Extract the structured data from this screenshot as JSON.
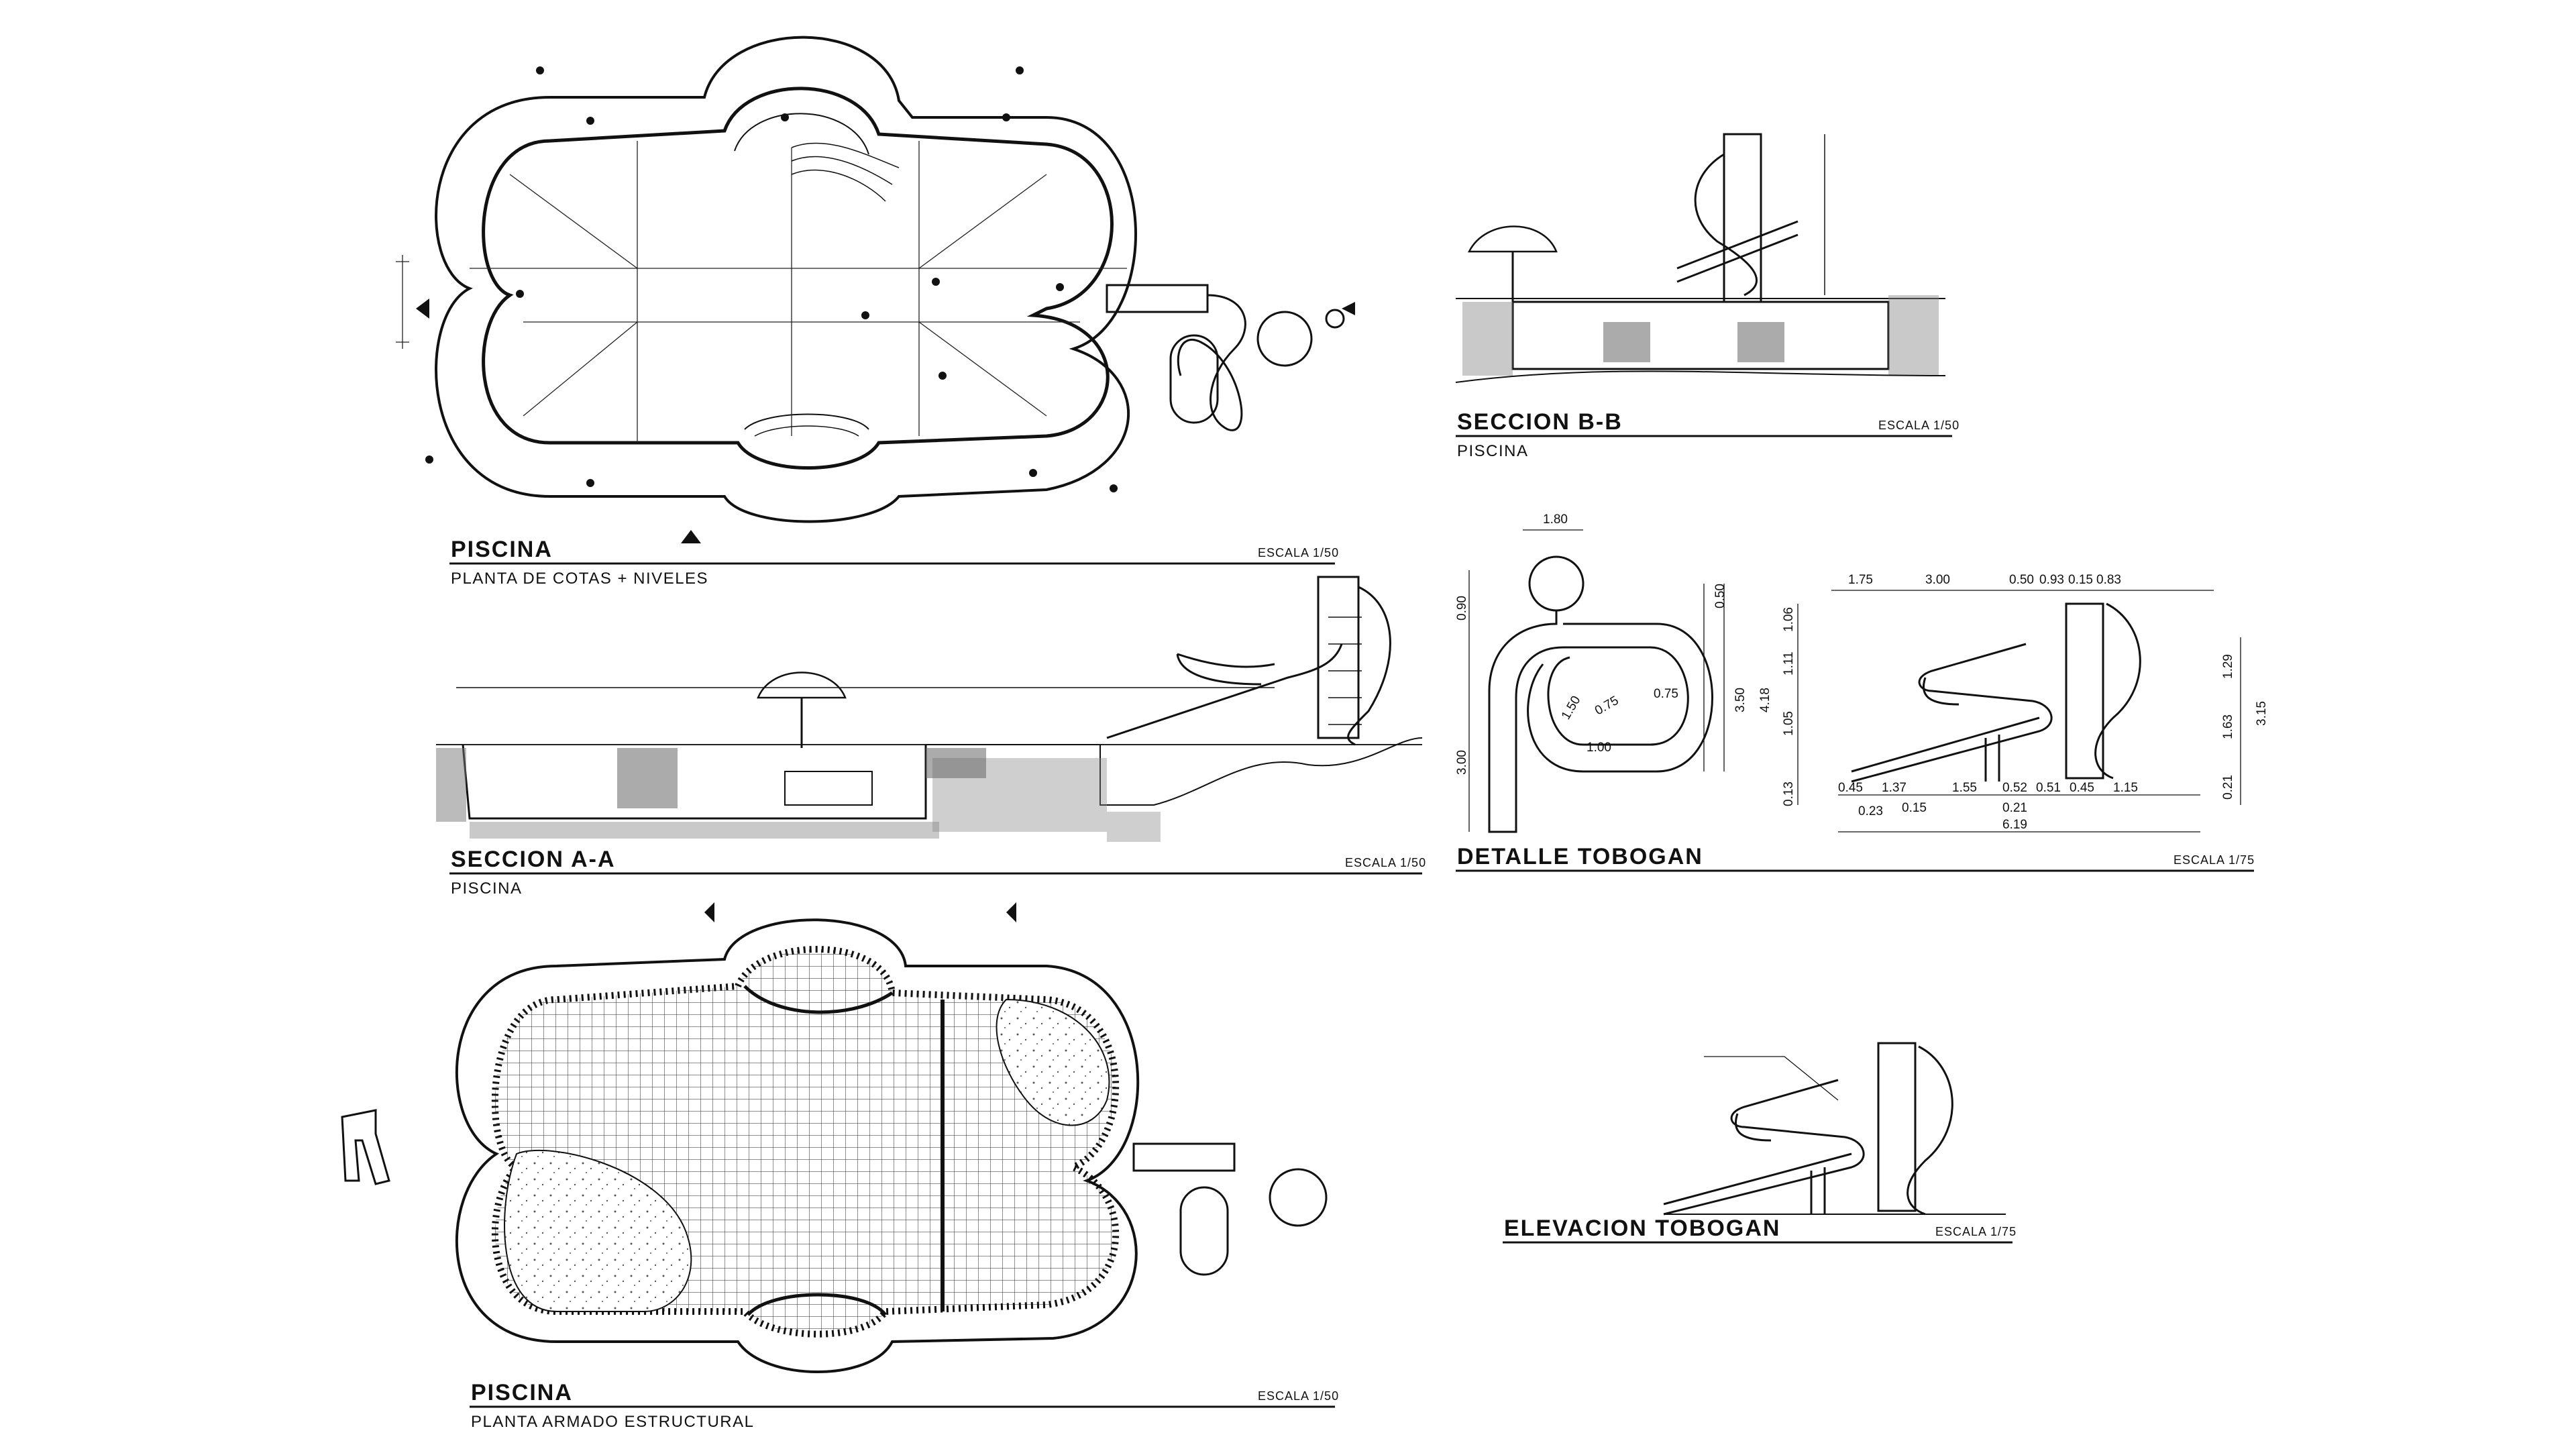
{
  "titles": {
    "plan_niveles": {
      "title": "PISCINA",
      "subtitle": "PLANTA DE COTAS + NIVELES",
      "scale": "ESCALA 1/50"
    },
    "seccion_aa": {
      "title": "SECCION  A-A",
      "subtitle": "PISCINA",
      "scale": "ESCALA 1/50"
    },
    "plan_armado": {
      "title": "PISCINA",
      "subtitle": "PLANTA ARMADO ESTRUCTURAL",
      "scale": "ESCALA 1/50"
    },
    "seccion_bb": {
      "title": "SECCION  B-B",
      "subtitle": "PISCINA",
      "scale": "ESCALA 1/50"
    },
    "detalle_tobogan": {
      "title": "DETALLE  TOBOGAN",
      "scale": "ESCALA 1/75"
    },
    "elevacion_tobogan": {
      "title": "ELEVACION TOBOGAN",
      "scale": "ESCALA 1/75"
    }
  },
  "detalle_dims": {
    "plan_top": "1.80",
    "plan_left_a": "0.90",
    "plan_left_b": "3.00",
    "plan_right_a": "0.50",
    "plan_right_b": "3.50",
    "plan_inner_a": "1.50",
    "plan_inner_b": "0.75",
    "plan_inner_c": "0.75",
    "plan_inner_d": "1.00",
    "elev_top": [
      "1.75",
      "3.00",
      "0.50",
      "0.93",
      "0.15",
      "0.83"
    ],
    "elev_left": [
      "1.06",
      "1.11",
      "1.05",
      "0.13"
    ],
    "elev_left_total": "4.18",
    "elev_right": [
      "1.29",
      "1.63",
      "0.21"
    ],
    "elev_right_total": "3.15",
    "elev_bottom": [
      "0.45",
      "1.37",
      "1.55",
      "0.52",
      "0.51",
      "0.45",
      "1.15"
    ],
    "elev_bottom2": [
      "0.23",
      "0.15",
      "0.21"
    ],
    "elev_total": "6.19"
  }
}
